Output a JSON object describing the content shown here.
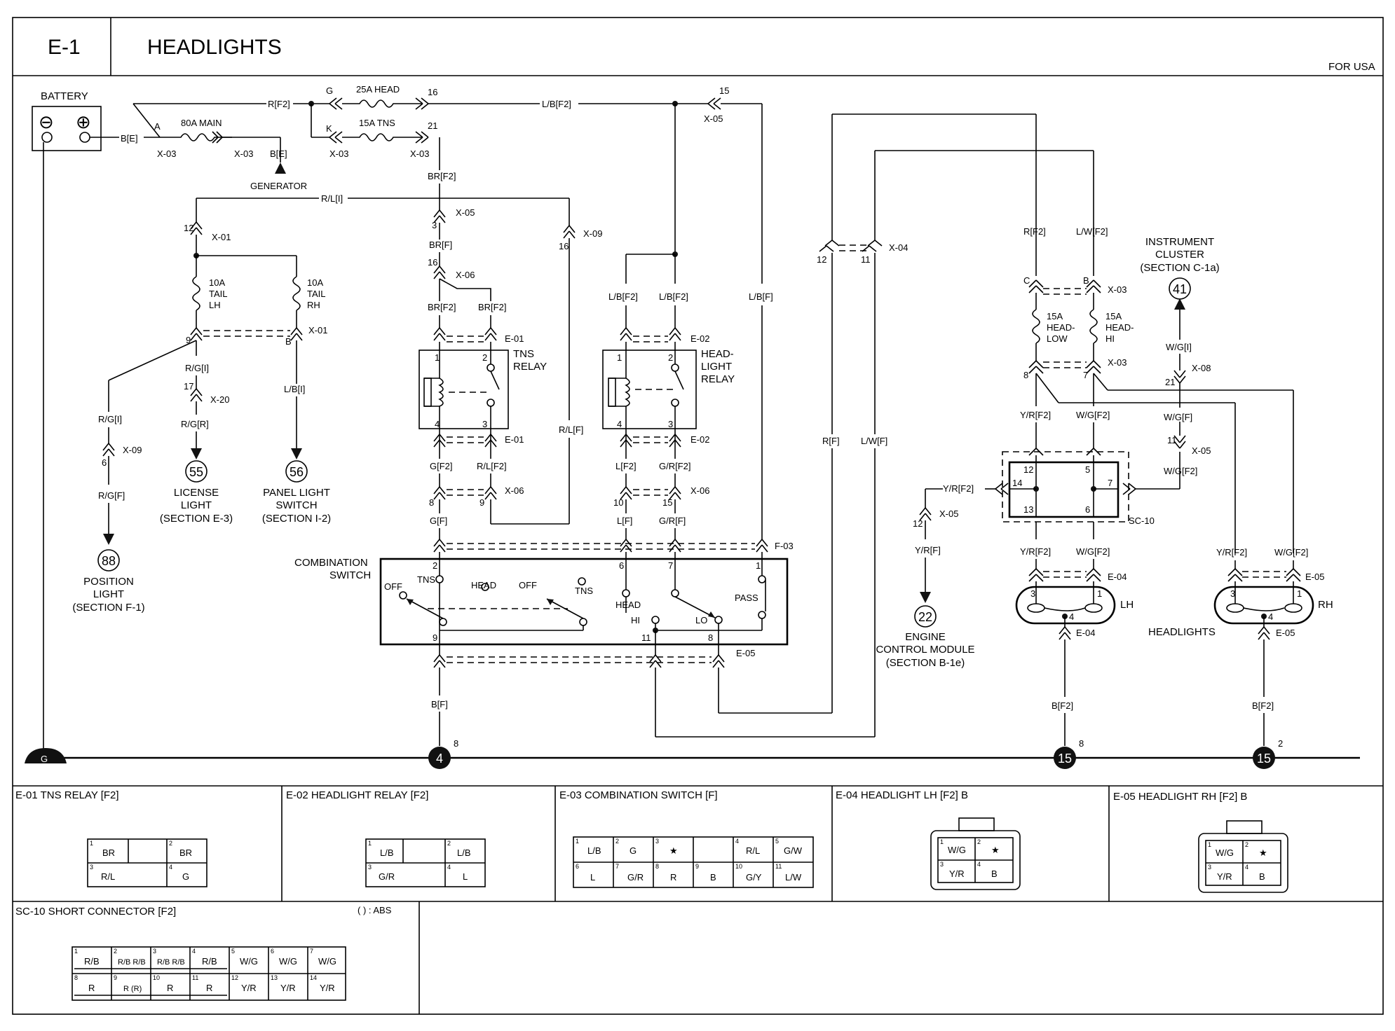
{
  "header": {
    "code": "E-1",
    "title": "HEADLIGHTS",
    "region": "FOR USA"
  },
  "battery": {
    "label": "BATTERY",
    "wire": "B[E]",
    "minus": "⊖",
    "plus": "⊕"
  },
  "fuses": {
    "main": "80A MAIN",
    "head": "25A HEAD",
    "tns": "15A TNS",
    "tail_lh": [
      "10A",
      "TAIL",
      "LH"
    ],
    "tail_rh": [
      "10A",
      "TAIL",
      "RH"
    ],
    "head_low": [
      "15A",
      "HEAD-",
      "LOW"
    ],
    "head_hi": [
      "15A",
      "HEAD-",
      "HI"
    ]
  },
  "connectors": {
    "x03": "X-03",
    "x05": "X-05",
    "x01": "X-01",
    "x06": "X-06",
    "x09": "X-09",
    "x20": "X-20",
    "x04": "X-04",
    "x08": "X-08",
    "e01": "E-01",
    "e02": "E-02",
    "e04": "E-04",
    "e05": "E-05",
    "f03": "F-03",
    "sc10": "SC-10"
  },
  "pins": {
    "a": "A",
    "g": "G",
    "k": "K",
    "c": "C",
    "b": "B",
    "p16": "16",
    "p21": "21",
    "p15": "15",
    "p3": "3",
    "p12": "12",
    "p11": "11",
    "p9": "9",
    "p17": "17",
    "p6": "6",
    "p8": "8",
    "p10": "10",
    "p1": "1",
    "p2": "2",
    "p4": "4",
    "p5": "5",
    "p7": "7",
    "p13": "13",
    "p14": "14"
  },
  "wires": {
    "rf2": "R[F2]",
    "lbf2": "L/B[F2]",
    "be": "B[E]",
    "brf2": "BR[F2]",
    "brf": "BR[F]",
    "rli": "R/L[I]",
    "rgi": "R/G[I]",
    "rgf": "R/G[F]",
    "rgr": "R/G[R]",
    "lbi": "L/B[I]",
    "rlf2": "R/L[F2]",
    "rlf": "R/L[F]",
    "gf2": "G[F2]",
    "gf": "G[F]",
    "lf2": "L[F2]",
    "lf": "L[F]",
    "grf2": "G/R[F2]",
    "grf": "G/R[F]",
    "lbf": "L/B[F]",
    "rf": "R[F]",
    "lwf": "L/W[F]",
    "lwf2": "L/W[F2]",
    "yrf2": "Y/R[F2]",
    "yrf": "Y/R[F]",
    "wgf2": "W/G[F2]",
    "wgf": "W/G[F]",
    "wgi": "W/G[I]",
    "bf": "B[F]",
    "bf2": "B[F2]"
  },
  "components": {
    "generator": "GENERATOR",
    "tns_relay": [
      "TNS",
      "RELAY"
    ],
    "head_relay": [
      "HEAD-",
      "LIGHT",
      "RELAY"
    ],
    "combination_switch": [
      "COMBINATION",
      "SWITCH"
    ],
    "switch_labels": {
      "off": "OFF",
      "tns": "TNS",
      "head": "HEAD",
      "hi": "HI",
      "lo": "LO",
      "pass": "PASS"
    },
    "instrument_cluster": [
      "INSTRUMENT",
      "CLUSTER",
      "(SECTION C-1a)"
    ],
    "headlights": "HEADLIGHTS",
    "lh": "LH",
    "rh": "RH"
  },
  "references": [
    {
      "num": "55",
      "lines": [
        "LICENSE",
        "LIGHT",
        "(SECTION E-3)"
      ]
    },
    {
      "num": "56",
      "lines": [
        "PANEL LIGHT",
        "SWITCH",
        "(SECTION I-2)"
      ]
    },
    {
      "num": "88",
      "lines": [
        "POSITION",
        "LIGHT",
        "(SECTION F-1)"
      ]
    },
    {
      "num": "41"
    },
    {
      "num": "22",
      "lines": [
        "ENGINE",
        "CONTROL MODULE",
        "(SECTION B-1e)"
      ]
    }
  ],
  "grounds": [
    {
      "num": "4",
      "pin": "8"
    },
    {
      "num": "15",
      "pin": "8"
    },
    {
      "num": "15",
      "pin": "2"
    }
  ],
  "ground_symbol": "G",
  "connector_table": {
    "e01": {
      "title": "E-01 TNS RELAY [F2]",
      "cells": [
        [
          "1",
          "BR"
        ],
        [
          "2",
          "BR"
        ],
        [
          "3",
          "R/L"
        ],
        [
          "4",
          "G"
        ]
      ]
    },
    "e02": {
      "title": "E-02 HEADLIGHT RELAY [F2]",
      "cells": [
        [
          "1",
          "L/B"
        ],
        [
          "2",
          "L/B"
        ],
        [
          "3",
          "G/R"
        ],
        [
          "4",
          "L"
        ]
      ]
    },
    "e03": {
      "title": "E-03 COMBINATION SWITCH [F]",
      "row1": [
        [
          "1",
          "L/B"
        ],
        [
          "2",
          "G"
        ],
        [
          "3",
          "★"
        ],
        [
          "",
          ""
        ],
        [
          "4",
          "R/L"
        ],
        [
          "5",
          "G/W"
        ]
      ],
      "row2": [
        [
          "6",
          "L"
        ],
        [
          "7",
          "G/R"
        ],
        [
          "8",
          "R"
        ],
        [
          "9",
          "B"
        ],
        [
          "10",
          "G/Y"
        ],
        [
          "11",
          "L/W"
        ]
      ]
    },
    "e04": {
      "title": "E-04 HEADLIGHT LH [F2] B",
      "cells": [
        [
          "1",
          "W/G"
        ],
        [
          "2",
          "★"
        ],
        [
          "3",
          "Y/R"
        ],
        [
          "4",
          "B"
        ]
      ]
    },
    "e05": {
      "title": "E-05 HEADLIGHT RH [F2] B",
      "cells": [
        [
          "1",
          "W/G"
        ],
        [
          "2",
          "★"
        ],
        [
          "3",
          "Y/R"
        ],
        [
          "4",
          "B"
        ]
      ]
    },
    "sc10": {
      "title": "SC-10 SHORT CONNECTOR [F2]",
      "note": "(   ) : ABS",
      "row1": [
        [
          "1",
          "R/B"
        ],
        [
          "2",
          "R/B R/B"
        ],
        [
          "3",
          "R/B R/B"
        ],
        [
          "4",
          "R/B"
        ],
        [
          "5",
          "W/G"
        ],
        [
          "6",
          "W/G"
        ],
        [
          "7",
          "W/G"
        ]
      ],
      "row2": [
        [
          "8",
          "R"
        ],
        [
          "9",
          "R (R)"
        ],
        [
          "10",
          "R"
        ],
        [
          "11",
          "R"
        ],
        [
          "12",
          "Y/R"
        ],
        [
          "13",
          "Y/R"
        ],
        [
          "14",
          "Y/R"
        ]
      ]
    }
  }
}
